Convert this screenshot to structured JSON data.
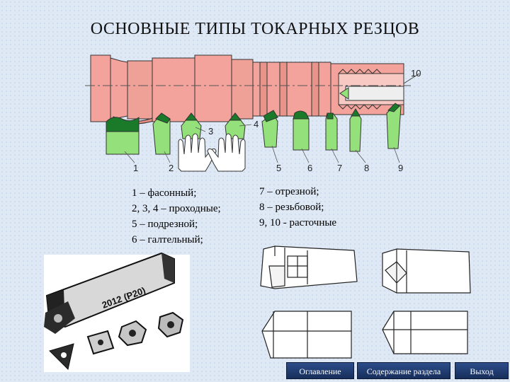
{
  "title": "ОСНОВНЫЕ ТИПЫ ТОКАРНЫХ РЕЗЦОВ",
  "callouts": [
    "1",
    "2",
    "3",
    "4",
    "5",
    "6",
    "7",
    "8",
    "9",
    "10"
  ],
  "legend": {
    "left": [
      "1 – фасонный;",
      "2, 3, 4 – проходные;",
      "5 – подрезной;",
      "6 – галтельный;"
    ],
    "right": [
      "7 – отрезной;",
      "8 – резьбовой;",
      "9, 10 - расточные"
    ]
  },
  "insert_label": "2012 (P20)",
  "nav": {
    "toc": "Оглавление",
    "section": "Содержание раздела",
    "exit": "Выход"
  },
  "colors": {
    "workpiece": "#f3a39b",
    "tool": "#94e07a",
    "tool_tip": "#1a7a2a",
    "nav": "#1f3d73"
  }
}
